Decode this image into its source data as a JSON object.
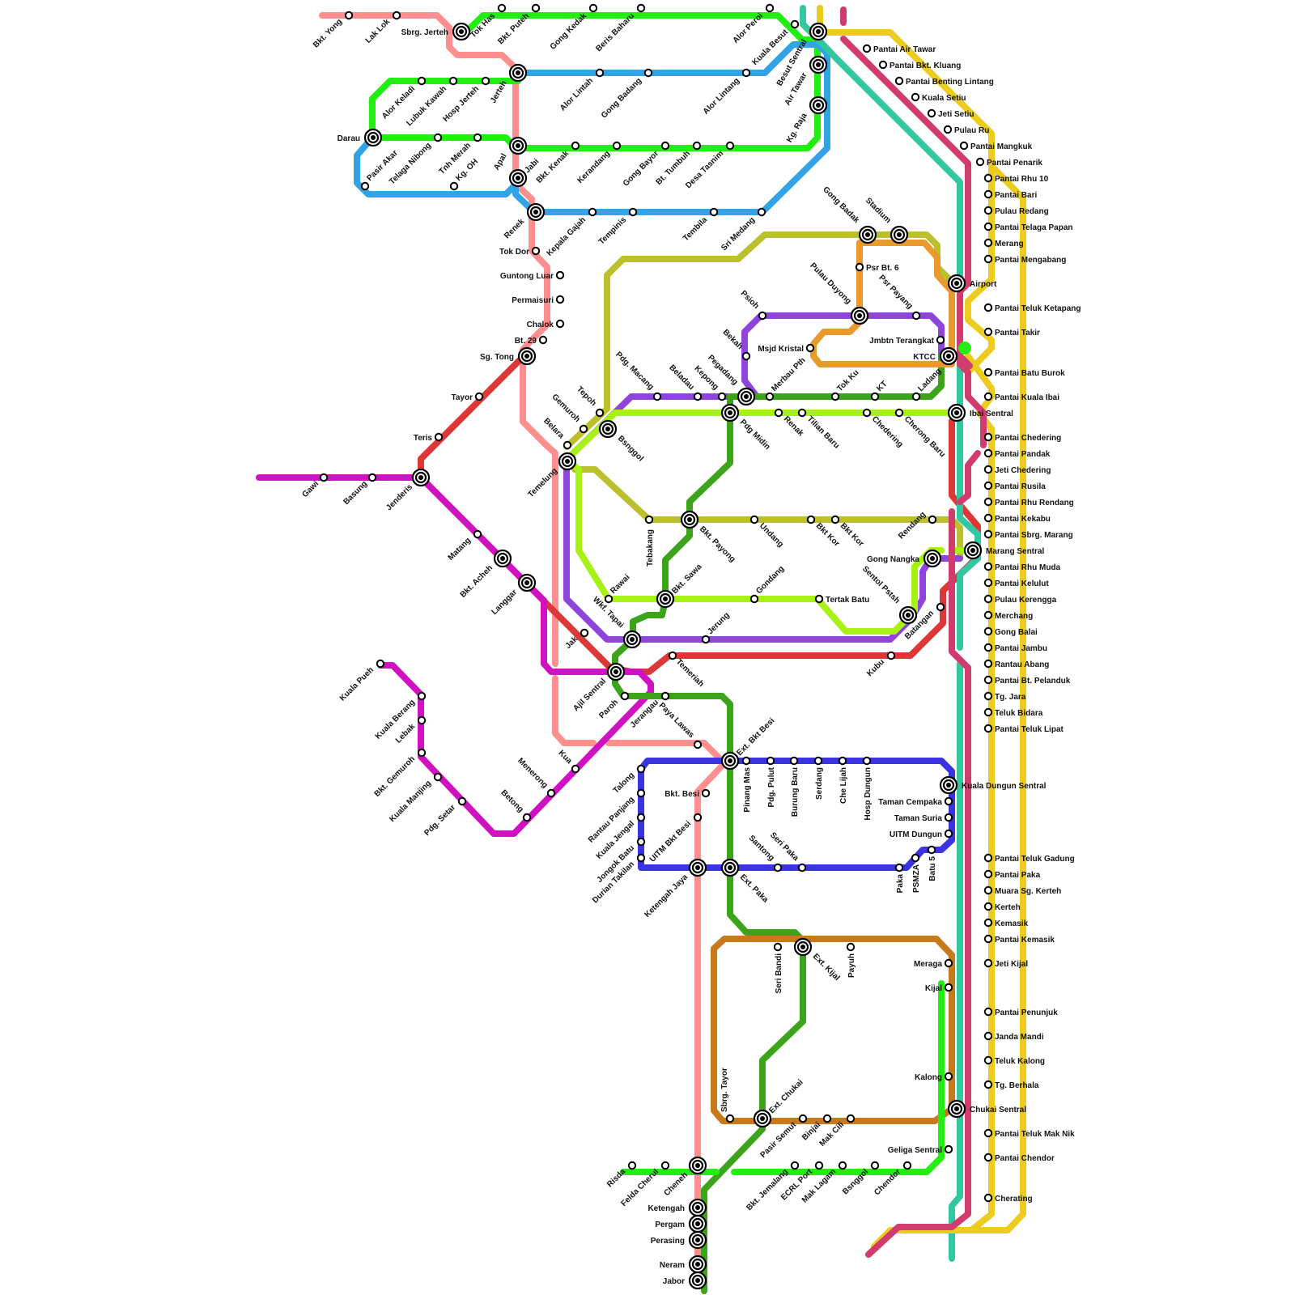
{
  "map": {
    "lines": {
      "pink": "#FF8F8F",
      "green": "#22EE11",
      "blue": "#33A3E8",
      "red": "#DD3838",
      "magenta": "#D011C1",
      "olive": "#BCC02C",
      "purple": "#8F44DC",
      "lime": "#A8F114",
      "darkgreen": "#3BA41B",
      "orange": "#E89A2C",
      "indigo": "#3B33E0",
      "brown": "#C77A1B",
      "teal": "#33C7A1",
      "gold": "#ECCC1F",
      "crimson": "#D03C6E"
    },
    "stations": [
      {
        "id": "bkt_yong",
        "name": "Bkt. Yong"
      },
      {
        "id": "lak_lok",
        "name": "Lak Lok"
      },
      {
        "id": "sbrg_jerteh",
        "name": "Sbrg. Jerteh"
      },
      {
        "id": "tok_has",
        "name": "Tok Has"
      },
      {
        "id": "bkt_puteh",
        "name": "Bkt. Puteh"
      },
      {
        "id": "gong_kedak",
        "name": "Gong Kedak"
      },
      {
        "id": "beris_baharu",
        "name": "Beris Baharu"
      },
      {
        "id": "alor_peroi",
        "name": "Alor Peroi"
      },
      {
        "id": "kuala_besut",
        "name": "Kuala Besut"
      },
      {
        "id": "besut_sentral",
        "name": "Besut Sentral"
      },
      {
        "id": "air_tawar",
        "name": "Air Tawar"
      },
      {
        "id": "kg_raja",
        "name": "Kg. Raja"
      },
      {
        "id": "alor_keladi",
        "name": "Alor Keladi"
      },
      {
        "id": "lubuk_kawah",
        "name": "Lubuk Kawah"
      },
      {
        "id": "hosp_jerteh",
        "name": "Hosp Jerteh"
      },
      {
        "id": "jerteh",
        "name": "Jerteh"
      },
      {
        "id": "alor_lintah",
        "name": "Alor Lintah"
      },
      {
        "id": "gong_badang",
        "name": "Gong Badang"
      },
      {
        "id": "alor_lintang",
        "name": "Alor Lintang"
      },
      {
        "id": "darau",
        "name": "Darau"
      },
      {
        "id": "telaga_nibong",
        "name": "Telaga Nibong"
      },
      {
        "id": "tnh_merah",
        "name": "Tnh Merah"
      },
      {
        "id": "apal",
        "name": "Apal"
      },
      {
        "id": "bkt_kenak",
        "name": "Bkt. Kenak"
      },
      {
        "id": "kerandang",
        "name": "Kerandang"
      },
      {
        "id": "gong_bayor",
        "name": "Gong Bayor"
      },
      {
        "id": "bt_tumbuh",
        "name": "Bt. Tumbuh"
      },
      {
        "id": "desa_tasnim",
        "name": "Desa Tasnim"
      },
      {
        "id": "pasir_akar",
        "name": "Pasir Akar"
      },
      {
        "id": "kg_oh",
        "name": "Kg. OH"
      },
      {
        "id": "jabi",
        "name": "Jabi"
      },
      {
        "id": "renek",
        "name": "Renek"
      },
      {
        "id": "kepala_gajah",
        "name": "Kepala Gajah"
      },
      {
        "id": "tempinis",
        "name": "Tempinis"
      },
      {
        "id": "tembila",
        "name": "Tembila"
      },
      {
        "id": "sri_medang",
        "name": "Sri Medang"
      },
      {
        "id": "tok_dor",
        "name": "Tok Dor"
      },
      {
        "id": "guntong_luar",
        "name": "Guntong Luar"
      },
      {
        "id": "permaisuri",
        "name": "Permaisuri"
      },
      {
        "id": "chalok",
        "name": "Chalok"
      },
      {
        "id": "bt29",
        "name": "Bt. 29"
      },
      {
        "id": "sg_tong",
        "name": "Sg. Tong"
      },
      {
        "id": "tayor",
        "name": "Tayor"
      },
      {
        "id": "teris",
        "name": "Teris"
      },
      {
        "id": "gawi",
        "name": "Gawi"
      },
      {
        "id": "basung",
        "name": "Basung"
      },
      {
        "id": "jenderis",
        "name": "Jenderis"
      },
      {
        "id": "matang",
        "name": "Matang"
      },
      {
        "id": "bkt_acheh",
        "name": "Bkt. Acheh"
      },
      {
        "id": "langgar",
        "name": "Langgar"
      },
      {
        "id": "kuala_pueh",
        "name": "Kuala Pueh"
      },
      {
        "id": "kuala_berang",
        "name": "Kuala Berang"
      },
      {
        "id": "lebak",
        "name": "Lebak"
      },
      {
        "id": "bkt_gemuroh",
        "name": "Bkt. Gemuroh"
      },
      {
        "id": "kuala_manjing",
        "name": "Kuala Manjing"
      },
      {
        "id": "pdg_setar",
        "name": "Pdg. Setar"
      },
      {
        "id": "betong",
        "name": "Betong"
      },
      {
        "id": "menerong",
        "name": "Menerong"
      },
      {
        "id": "kua",
        "name": "Kua"
      },
      {
        "id": "gong_badak",
        "name": "Gong Badak"
      },
      {
        "id": "stadium",
        "name": "Stadium"
      },
      {
        "id": "airport",
        "name": "Airport"
      },
      {
        "id": "psr_bt6",
        "name": "Psr Bt. 6"
      },
      {
        "id": "pulau_duyong",
        "name": "Pulau Duyong"
      },
      {
        "id": "psr_payang",
        "name": "Psr Payang"
      },
      {
        "id": "psioh",
        "name": "Psioh"
      },
      {
        "id": "msjd_kristal",
        "name": "Msjd Kristal"
      },
      {
        "id": "jmbtn_terangkat",
        "name": "Jmbtn Terangkat"
      },
      {
        "id": "ktcc",
        "name": "KTCC"
      },
      {
        "id": "bekah",
        "name": "Bekah"
      },
      {
        "id": "pdg_macang",
        "name": "Pdg. Macang"
      },
      {
        "id": "beladau",
        "name": "Beladau"
      },
      {
        "id": "kepong",
        "name": "Kepong"
      },
      {
        "id": "pegadang",
        "name": "Pegadang"
      },
      {
        "id": "merbau_pth",
        "name": "Merbau Pth"
      },
      {
        "id": "tok_ku",
        "name": "Tok Ku"
      },
      {
        "id": "kt",
        "name": "KT"
      },
      {
        "id": "ladang",
        "name": "Ladang"
      },
      {
        "id": "tepoh",
        "name": "Tepoh"
      },
      {
        "id": "gemuroh",
        "name": "Gemuroh"
      },
      {
        "id": "belara",
        "name": "Belara"
      },
      {
        "id": "bsnggol",
        "name": "Bsnggol"
      },
      {
        "id": "temelung",
        "name": "Temelung"
      },
      {
        "id": "pdg_midin",
        "name": "Pdg Midin"
      },
      {
        "id": "renak",
        "name": "Renak"
      },
      {
        "id": "tilian_baru",
        "name": "Tilian Baru"
      },
      {
        "id": "chedering",
        "name": "Chedering"
      },
      {
        "id": "cherong_baru",
        "name": "Cherong Baru"
      },
      {
        "id": "ibai_sentral",
        "name": "Ibai Sentral"
      },
      {
        "id": "tebakang",
        "name": "Tebakang"
      },
      {
        "id": "bkt_payong",
        "name": "Bkt. Payong"
      },
      {
        "id": "undang",
        "name": "Undang"
      },
      {
        "id": "bkt_kor1",
        "name": "Bkt Kor"
      },
      {
        "id": "bkt_kor2",
        "name": "Bkt Kor"
      },
      {
        "id": "rendang",
        "name": "Rendang"
      },
      {
        "id": "marang_sentral",
        "name": "Marang Sentral"
      },
      {
        "id": "gong_nangka",
        "name": "Gong Nangka"
      },
      {
        "id": "sentol_pstsh",
        "name": "Sentol Pstsh"
      },
      {
        "id": "batangan",
        "name": "Batangan"
      },
      {
        "id": "rawai",
        "name": "Rawai"
      },
      {
        "id": "bkt_sawa",
        "name": "Bkt. Sawa"
      },
      {
        "id": "gondang",
        "name": "Gondang"
      },
      {
        "id": "tertak_batu",
        "name": "Tertak Batu"
      },
      {
        "id": "jak",
        "name": "Jak"
      },
      {
        "id": "wkf_tapai",
        "name": "Wkf. Tapai"
      },
      {
        "id": "jerung",
        "name": "Jerung"
      },
      {
        "id": "temeriah",
        "name": "Temeriah"
      },
      {
        "id": "kubu",
        "name": "Kubu"
      },
      {
        "id": "ajil_sentral",
        "name": "Ajil Sentral"
      },
      {
        "id": "paroh",
        "name": "Paroh"
      },
      {
        "id": "jerangau",
        "name": "Jerangau"
      },
      {
        "id": "paya_lawas",
        "name": "Paya Lawas"
      },
      {
        "id": "ext_bkt_besi",
        "name": "Ext. Bkt Besi"
      },
      {
        "id": "pinang_mas",
        "name": "Pinang Mas"
      },
      {
        "id": "pdg_pulut",
        "name": "Pdg. Pulut"
      },
      {
        "id": "burung_baru",
        "name": "Burung Baru"
      },
      {
        "id": "serdang",
        "name": "Serdang"
      },
      {
        "id": "che_lijah",
        "name": "Che Lijah"
      },
      {
        "id": "hosp_dungun",
        "name": "Hosp Dungun"
      },
      {
        "id": "kuala_dungun_sentral",
        "name": "Kuala Dungun Sentral"
      },
      {
        "id": "taman_cempaka",
        "name": "Taman Cempaka"
      },
      {
        "id": "taman_suria",
        "name": "Taman Suria"
      },
      {
        "id": "uitm_dungun",
        "name": "UITM Dungun"
      },
      {
        "id": "batu5",
        "name": "Batu 5"
      },
      {
        "id": "psmza",
        "name": "PSMZA"
      },
      {
        "id": "paka",
        "name": "Paka"
      },
      {
        "id": "talong",
        "name": "Talong"
      },
      {
        "id": "rantau_panjang",
        "name": "Rantau Panjang"
      },
      {
        "id": "kuala_jengal",
        "name": "Kuala Jengal"
      },
      {
        "id": "jongok_batu",
        "name": "Jongok Batu"
      },
      {
        "id": "durian_takilan",
        "name": "Durian Takilan"
      },
      {
        "id": "bkt_besi",
        "name": "Bkt. Besi"
      },
      {
        "id": "uitm_bkt_besi",
        "name": "UITM Bkt Besi"
      },
      {
        "id": "ketengah_jaya",
        "name": "Ketengah Jaya"
      },
      {
        "id": "ext_paka",
        "name": "Ext. Paka"
      },
      {
        "id": "santong",
        "name": "Santong"
      },
      {
        "id": "seri_paka",
        "name": "Seri Paka"
      },
      {
        "id": "seri_bandi",
        "name": "Seri Bandi"
      },
      {
        "id": "ext_kijal",
        "name": "Ext. Kijal"
      },
      {
        "id": "payuh",
        "name": "Payuh"
      },
      {
        "id": "meraga",
        "name": "Meraga"
      },
      {
        "id": "kijal",
        "name": "Kijal"
      },
      {
        "id": "kalong",
        "name": "Kalong"
      },
      {
        "id": "sbrg_tayor",
        "name": "Sbrg. Tayor"
      },
      {
        "id": "ext_chukai",
        "name": "Ext. Chukai"
      },
      {
        "id": "pasir_semut",
        "name": "Pasir Semut"
      },
      {
        "id": "binjai",
        "name": "Binjai"
      },
      {
        "id": "mak_cili",
        "name": "Mak Cili"
      },
      {
        "id": "chukai_sentral",
        "name": "Chukai Sentral"
      },
      {
        "id": "geliga_sentral",
        "name": "Geliga Sentral"
      },
      {
        "id": "risda",
        "name": "Risda"
      },
      {
        "id": "felda_cherul",
        "name": "Felda Cherul"
      },
      {
        "id": "cheneh",
        "name": "Cheneh"
      },
      {
        "id": "bkt_jemalang",
        "name": "Bkt. Jemalang"
      },
      {
        "id": "ecrl_port",
        "name": "ECRL Port"
      },
      {
        "id": "mak_lagam",
        "name": "Mak Lagam"
      },
      {
        "id": "bsnggol2",
        "name": "Bsnggol"
      },
      {
        "id": "chendor",
        "name": "Chendor"
      },
      {
        "id": "ketengah",
        "name": "Ketengah"
      },
      {
        "id": "pergam",
        "name": "Pergam"
      },
      {
        "id": "perasing",
        "name": "Perasing"
      },
      {
        "id": "neram",
        "name": "Neram"
      },
      {
        "id": "jabor",
        "name": "Jabor"
      },
      {
        "id": "pantai_air_tawar",
        "name": "Pantai Air Tawar"
      },
      {
        "id": "pantai_bkt_kluang",
        "name": "Pantai Bkt. Kluang"
      },
      {
        "id": "pantai_benting_lintang",
        "name": "Pantai Benting Lintang"
      },
      {
        "id": "kuala_setiu",
        "name": "Kuala Setiu"
      },
      {
        "id": "jeti_setiu",
        "name": "Jeti Setiu"
      },
      {
        "id": "pulau_ru",
        "name": "Pulau Ru"
      },
      {
        "id": "pantai_mangkuk",
        "name": "Pantai Mangkuk"
      },
      {
        "id": "pantai_penarik",
        "name": "Pantai Penarik"
      },
      {
        "id": "pantai_rhu10",
        "name": "Pantai Rhu 10"
      },
      {
        "id": "pantai_bari",
        "name": "Pantai Bari"
      },
      {
        "id": "pulau_redang",
        "name": "Pulau Redang"
      },
      {
        "id": "pantai_telaga_papan",
        "name": "Pantai Telaga Papan"
      },
      {
        "id": "merang",
        "name": "Merang"
      },
      {
        "id": "pantai_mengabang",
        "name": "Pantai Mengabang"
      },
      {
        "id": "pantai_teluk_ketapang",
        "name": "Pantai Teluk Ketapang"
      },
      {
        "id": "pantai_takir",
        "name": "Pantai Takir"
      },
      {
        "id": "pantai_batu_burok",
        "name": "Pantai Batu Burok"
      },
      {
        "id": "pantai_kuala_ibai",
        "name": "Pantai Kuala Ibai"
      },
      {
        "id": "pantai_chedering",
        "name": "Pantai Chedering"
      },
      {
        "id": "pantai_pandak",
        "name": "Pantai Pandak"
      },
      {
        "id": "jeti_chedering",
        "name": "Jeti Chedering"
      },
      {
        "id": "pantai_rusila",
        "name": "Pantai Rusila"
      },
      {
        "id": "pantai_rhu_rendang",
        "name": "Pantai Rhu Rendang"
      },
      {
        "id": "pantai_kekabu",
        "name": "Pantai Kekabu"
      },
      {
        "id": "pantai_sbrg_marang",
        "name": "Pantai Sbrg. Marang"
      },
      {
        "id": "pantai_rhu_muda",
        "name": "Pantai Rhu Muda"
      },
      {
        "id": "pantai_kelulut",
        "name": "Pantai Kelulut"
      },
      {
        "id": "pulau_kerengga",
        "name": "Pulau Kerengga"
      },
      {
        "id": "merchang",
        "name": "Merchang"
      },
      {
        "id": "gong_balai",
        "name": "Gong Balai"
      },
      {
        "id": "pantai_jambu",
        "name": "Pantai Jambu"
      },
      {
        "id": "rantau_abang",
        "name": "Rantau Abang"
      },
      {
        "id": "pantai_bt_pelanduk",
        "name": "Pantai Bt. Pelanduk"
      },
      {
        "id": "tg_jara",
        "name": "Tg. Jara"
      },
      {
        "id": "teluk_bidara",
        "name": "Teluk Bidara"
      },
      {
        "id": "pantai_teluk_lipat",
        "name": "Pantai Teluk Lipat"
      },
      {
        "id": "pantai_teluk_gadung",
        "name": "Pantai Teluk Gadung"
      },
      {
        "id": "pantai_paka",
        "name": "Pantai Paka"
      },
      {
        "id": "muara_sg_kerteh",
        "name": "Muara Sg. Kerteh"
      },
      {
        "id": "kerteh",
        "name": "Kerteh"
      },
      {
        "id": "kemasik",
        "name": "Kemasik"
      },
      {
        "id": "pantai_kemasik",
        "name": "Pantai Kemasik"
      },
      {
        "id": "jeti_kijal",
        "name": "Jeti Kijal"
      },
      {
        "id": "pantai_penunjuk",
        "name": "Pantai Penunjuk"
      },
      {
        "id": "janda_mandi",
        "name": "Janda Mandi"
      },
      {
        "id": "teluk_kalong",
        "name": "Teluk Kalong"
      },
      {
        "id": "tg_berhala",
        "name": "Tg. Berhala"
      },
      {
        "id": "pantai_teluk_mak_nik",
        "name": "Pantai Teluk Mak Nik"
      },
      {
        "id": "pantai_chendor",
        "name": "Pantai Chendor"
      },
      {
        "id": "cherating",
        "name": "Cherating"
      }
    ]
  }
}
